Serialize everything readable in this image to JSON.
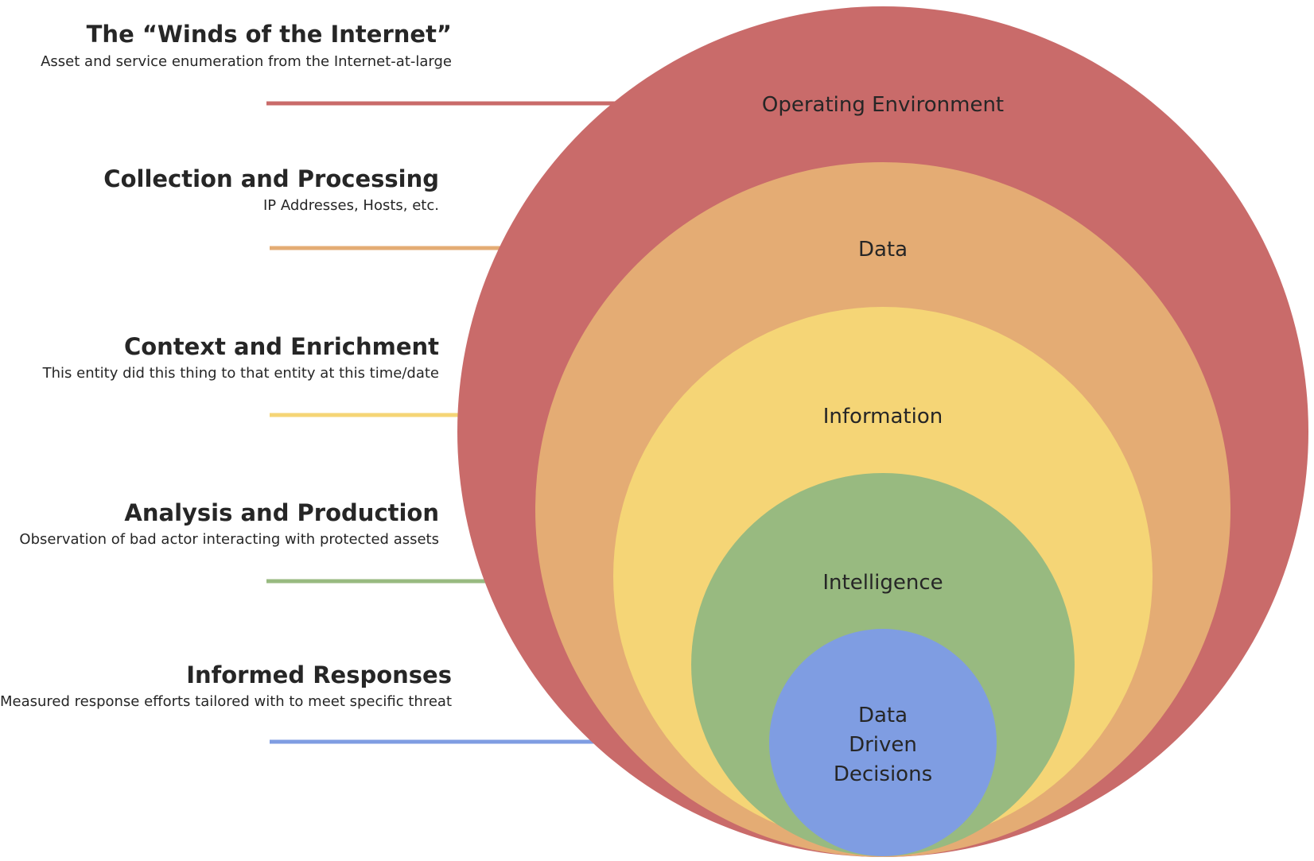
{
  "rings": [
    {
      "label": "Operating Environment",
      "color": "#C96B6A"
    },
    {
      "label": "Data",
      "color": "#E4AC74"
    },
    {
      "label": "Information",
      "color": "#F5D576"
    },
    {
      "label": "Intelligence",
      "color": "#98BA80"
    },
    {
      "lines": [
        "Data",
        "Driven",
        "Decisions"
      ],
      "color": "#7F9DE2"
    }
  ],
  "stages": [
    {
      "title": "The “Winds of the Internet”",
      "subtitle": "Asset and service enumeration from the Internet-at-large",
      "line_color": "#C96B6A"
    },
    {
      "title": "Collection and Processing",
      "subtitle": "IP Addresses, Hosts, etc.",
      "line_color": "#E4AC74"
    },
    {
      "title": "Context and Enrichment",
      "subtitle": "This entity did this thing to that entity at this time/date",
      "line_color": "#F5D576"
    },
    {
      "title": "Analysis and Production",
      "subtitle": "Observation of bad actor interacting with protected assets",
      "line_color": "#98BA80"
    },
    {
      "title": "Informed Responses",
      "subtitle": "Measured response efforts tailored with to meet specific threat",
      "line_color": "#7F9DE2"
    }
  ]
}
